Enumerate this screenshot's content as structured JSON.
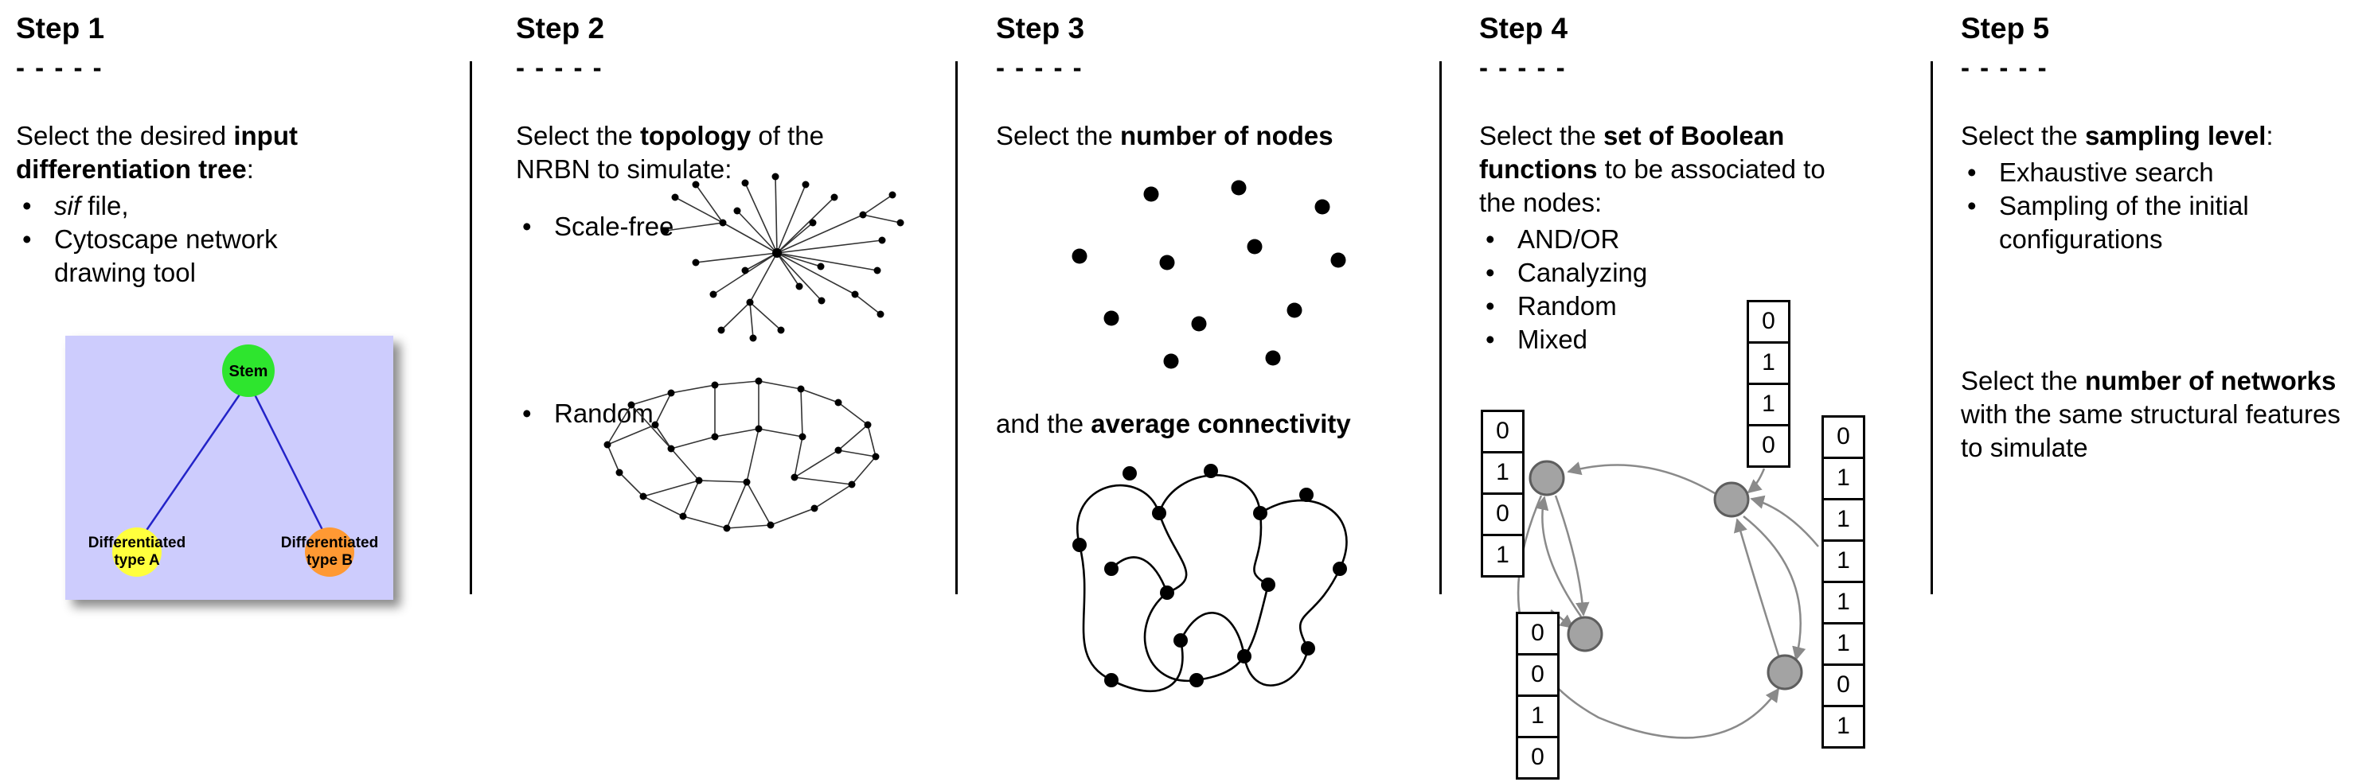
{
  "bullet_char": "•",
  "steps": [
    {
      "title": "Step 1",
      "dashes": "- - - - -",
      "intro": {
        "pre": "Select the desired ",
        "bold": "input differentiation tree",
        "post": ":"
      },
      "bullets": [
        {
          "italic": "sif",
          "text": " file,"
        },
        {
          "text": "Cytoscape network drawing tool"
        }
      ],
      "tree": {
        "stem_label": "Stem",
        "type_a_line1": "Differentiated",
        "type_a_line2": "type A",
        "type_b_line1": "Differentiated",
        "type_b_line2": "type B",
        "colors": {
          "background": "#cdccfd",
          "stem": "#2ee52e",
          "type_a": "#ffff3d",
          "type_b": "#ff9933",
          "edge": "#2323c8"
        }
      }
    },
    {
      "title": "Step 2",
      "dashes": "- - - - -",
      "intro": {
        "pre": "Select the ",
        "bold": "topology",
        "post": " of the NRBN to simulate:"
      },
      "bullets": [
        {
          "text": "Scale-free"
        },
        {
          "text": "Random"
        }
      ]
    },
    {
      "title": "Step 3",
      "dashes": "- - - - -",
      "intro": {
        "pre": "Select the ",
        "bold": "number of nodes",
        "post": ""
      },
      "second": {
        "pre": "and the ",
        "bold": "average connectivity",
        "post": ""
      }
    },
    {
      "title": "Step 4",
      "dashes": "- - - - -",
      "intro": {
        "pre": "Select the ",
        "bold": "set of Boolean functions",
        "post": " to be associated to the nodes:"
      },
      "bullets": [
        {
          "text": "AND/OR"
        },
        {
          "text": "Canalyzing"
        },
        {
          "text": "Random"
        },
        {
          "text": "Mixed"
        }
      ],
      "network": {
        "node_color": "#a3a3a3",
        "arrow_color": "#8a8a8a"
      },
      "vectors": {
        "left": [
          "0",
          "1",
          "0",
          "1"
        ],
        "top": [
          "0",
          "1",
          "1",
          "0"
        ],
        "bottom": [
          "0",
          "0",
          "1",
          "0"
        ],
        "right": [
          "0",
          "1",
          "1",
          "1",
          "1",
          "1",
          "0",
          "1"
        ]
      }
    },
    {
      "title": "Step 5",
      "dashes": "- - - - -",
      "intro": {
        "pre": "Select the ",
        "bold": "sampling level",
        "post": ":"
      },
      "bullets": [
        {
          "text": "Exhaustive search"
        },
        {
          "text": "Sampling of the initial configurations"
        }
      ],
      "second": {
        "pre": "Select the ",
        "bold": "number of networks",
        "post": " with the same structural features to simulate"
      }
    }
  ]
}
